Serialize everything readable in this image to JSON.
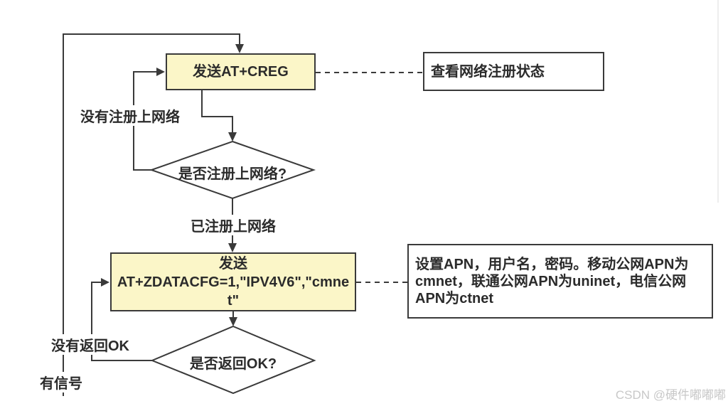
{
  "diagram": {
    "nodes": {
      "send_creg": {
        "label": "发送AT+CREG"
      },
      "check_status_note": {
        "label": "查看网络注册状态"
      },
      "decision_registered": {
        "label": "是否注册上网络?"
      },
      "send_zdatacfg": {
        "label": "发送\nAT+ZDATACFG=1,\"IPV4V6\",\"cmne\nt\""
      },
      "apn_note": {
        "label": "设置APN，用户名，密码。移动公网APN为\ncmnet，联通公网APN为uninet，电信公网\nAPN为ctnet"
      },
      "decision_ok": {
        "label": "是否返回OK?"
      }
    },
    "edge_labels": {
      "not_registered": "没有注册上网络",
      "registered": "已注册上网络",
      "no_ok": "没有返回OK",
      "has_signal": "有信号"
    },
    "colors": {
      "process_fill": "#FBF6C8",
      "line_stroke": "#3A3A3A",
      "text": "#2B2B2B",
      "watermark_text": "#C8C8C8"
    }
  },
  "watermark": {
    "text": "CSDN @硬件嘟嘟嘟"
  }
}
